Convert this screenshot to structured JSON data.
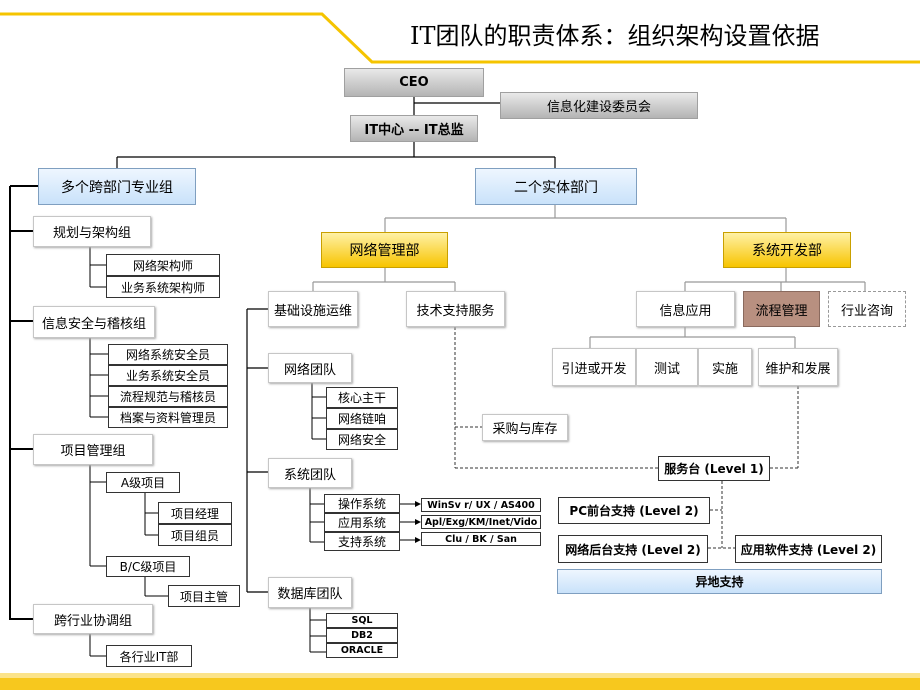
{
  "title": "IT团队的职责体系：组织架构设置依据",
  "top": {
    "ceo": "CEO",
    "committee": "信息化建设委员会",
    "it_center": "IT中心 -- IT总监"
  },
  "left": {
    "header": "多个跨部门专业组",
    "planning": {
      "label": "规划与架构组",
      "items": [
        "网络架构师",
        "业务系统架构师"
      ]
    },
    "security": {
      "label": "信息安全与稽核组",
      "items": [
        "网络系统安全员",
        "业务系统安全员",
        "流程规范与稽核员",
        "档案与资料管理员"
      ]
    },
    "project": {
      "label": "项目管理组",
      "a_level": {
        "label": "A级项目",
        "items": [
          "项目经理",
          "项目组员"
        ]
      },
      "bc_level": {
        "label": "B/C级项目",
        "items": [
          "项目主管"
        ]
      }
    },
    "cross": {
      "label": "跨行业协调组",
      "items": [
        "各行业IT部"
      ]
    }
  },
  "middle": {
    "header": "二个实体部门",
    "network": {
      "label": "网络管理部",
      "infra": "基础设施运维",
      "tech": "技术支持服务",
      "purchase": "采购与库存",
      "net_team": {
        "label": "网络团队",
        "items": [
          "核心主干",
          "网络链咱",
          "网络安全"
        ]
      },
      "sys_team": {
        "label": "系统团队",
        "items": [
          {
            "label": "操作系统",
            "detail": "WinSv r/ UX / AS400"
          },
          {
            "label": "应用系统",
            "detail": "Apl/Exg/KM/Inet/Vido"
          },
          {
            "label": "支持系统",
            "detail": "Clu / BK / San"
          }
        ]
      },
      "db_team": {
        "label": "数据库团队",
        "items": [
          "SQL",
          "DB2",
          "ORACLE"
        ]
      }
    },
    "sysdev": {
      "label": "系统开发部",
      "info_app": "信息应用",
      "process": "流程管理",
      "consult": "行业咨询",
      "phases": [
        "引进或开发",
        "测试",
        "实施",
        "维护和发展"
      ]
    }
  },
  "service": {
    "desk": "服务台 (Level 1)",
    "pc": "PC前台支持 (Level 2)",
    "net": "网络后台支持 (Level 2)",
    "app": "应用软件支持 (Level 2)",
    "remote": "异地支持"
  },
  "colors": {
    "accent_yellow": "#f5c400",
    "header_blue": "#cfe5fb",
    "grey": "#c0c0c0",
    "process_pink": "#b89080"
  }
}
